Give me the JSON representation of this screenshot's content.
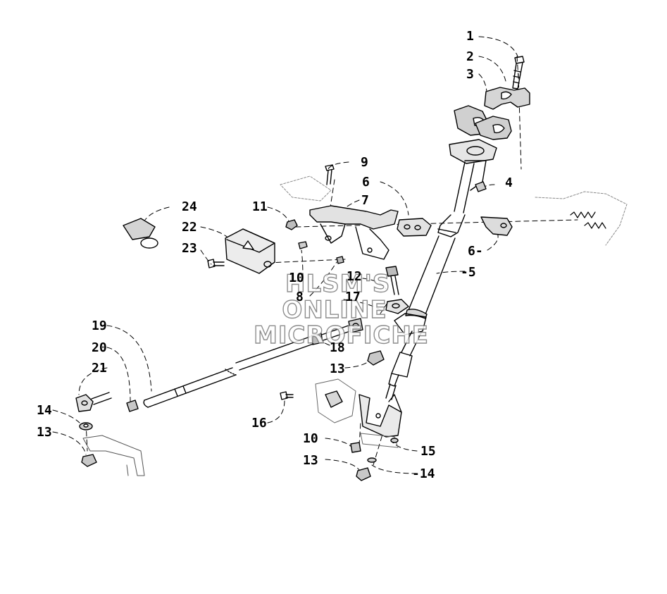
{
  "watermark": {
    "line1": "HLSM'S",
    "line2": "ONLINE",
    "line3": "MICROFICHE"
  },
  "callouts": {
    "c1": "1",
    "c2": "2",
    "c3": "3",
    "c4": "4",
    "c5": "-5",
    "c6a": "6",
    "c6b": "6-",
    "c7": "7",
    "c8": "8",
    "c9": "9",
    "c10a": "10",
    "c10b": "10",
    "c11": "11",
    "c12": "12",
    "c13a": "13",
    "c13b": "13",
    "c13c": "13",
    "c14a": "14",
    "c14b": "-14",
    "c15": "15",
    "c16": "16",
    "c17": "17",
    "c18": "18",
    "c19": "19",
    "c20": "20",
    "c21": "21",
    "c22": "22",
    "c23": "23",
    "c24": "24"
  },
  "parts": [
    {
      "ref": "steering-column",
      "label": "5"
    },
    {
      "ref": "tie-rod",
      "label": "19"
    }
  ]
}
